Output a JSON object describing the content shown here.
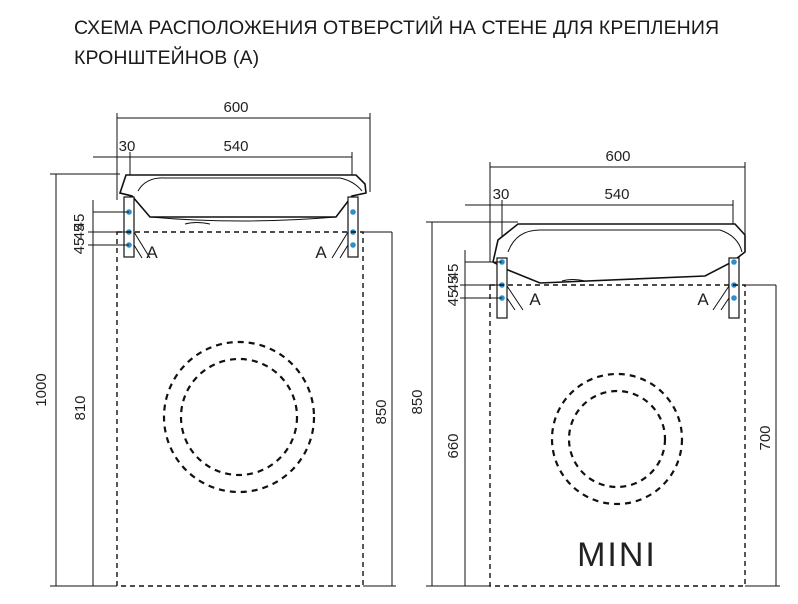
{
  "title": {
    "line1": "СХЕМА РАСПОЛОЖЕНИЯ ОТВЕРСТИЙ НА СТЕНЕ ДЛЯ КРЕПЛЕНИЯ",
    "line2": "КРОНШТЕЙНОВ (А)"
  },
  "left": {
    "width_total": "600",
    "offset": "30",
    "hole_spacing": "540",
    "vert_top": "45",
    "vert_mid": "45",
    "vert_low": "45",
    "height_total": "1000",
    "height_mid": "810",
    "height_right": "850",
    "bracket_left": "A",
    "bracket_right": "A"
  },
  "right": {
    "width_total": "600",
    "offset": "30",
    "hole_spacing": "540",
    "vert_top": "45",
    "vert_mid": "45",
    "vert_low": "45",
    "height_total": "850",
    "height_mid": "660",
    "height_right": "700",
    "bracket_left": "A",
    "bracket_right": "A",
    "model_label": "MINI"
  },
  "colors": {
    "hole": "#2e8fc9",
    "line": "#111111"
  }
}
